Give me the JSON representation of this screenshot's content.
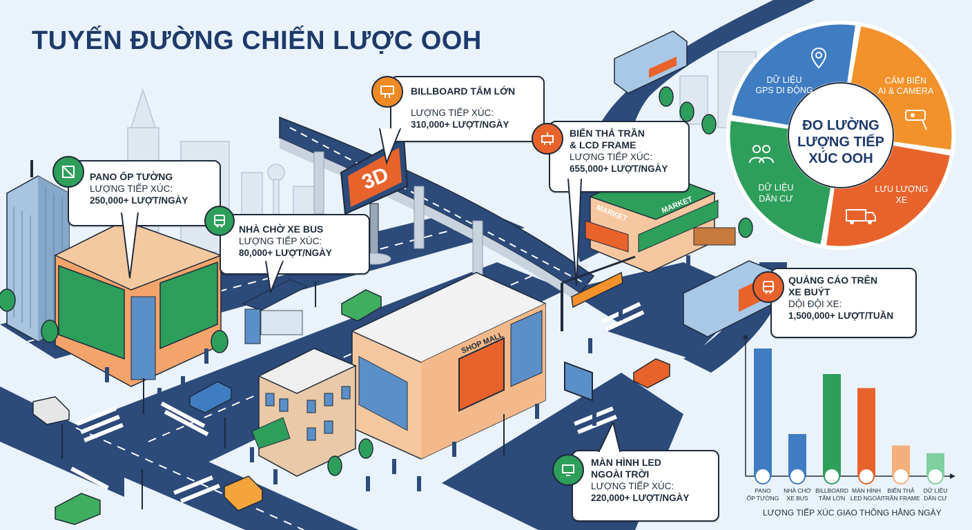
{
  "title": "TUYẾN ĐƯỜNG CHIẾN LƯỢC OOH",
  "callouts": {
    "billboard": {
      "title": "BILLBOARD TẤM LỚN",
      "label": "LƯỢNG TIẾP XÚC:",
      "value": "310,000+ LƯỢT/NGÀY",
      "color": "#f08a24"
    },
    "wall": {
      "title": "PANO ỐP TƯỜNG",
      "label": "LƯỢNG TIẾP XÚC:",
      "value": "250,000+ LƯỢT/NGÀY",
      "color": "#2e9e5b"
    },
    "busstop": {
      "title": "NHÀ CHỜ XE BUS",
      "label": "LƯỢNG TIẾP XÚC:",
      "value": "80,000+ LƯỢT/NGÀY",
      "color": "#2e9e5b"
    },
    "ceiling": {
      "title1": "BIỂN THẢ TRẦN",
      "title2": "& LCD FRAME",
      "label": "LƯỢNG TIẾP XÚC:",
      "value": "655,000+ LƯỢT/NGÀY",
      "color": "#e8632b"
    },
    "bus": {
      "title1": "QUẢNG CÁO TRÊN",
      "title2": "XE BUÝT",
      "label": "DỘI ĐỘI XE:",
      "value": "1,500,000+ LƯỢT/TUẦN",
      "color": "#e8632b"
    },
    "led": {
      "title1": "MÀN HÌNH LED",
      "title2": "NGOÀI TRỜI",
      "label": "LƯỢNG TIẾP XÚC:",
      "value": "220,000+ LƯỢT/NGÀY",
      "color": "#2e9e5b"
    }
  },
  "scene_labels": {
    "billboard_3d": "3D",
    "shop_mall": "SHOP MALL",
    "market1": "MARKET",
    "market2": "MARKET"
  },
  "wheel": {
    "center": [
      "ĐO LƯỜNG",
      "LƯỢNG TIẾP",
      "XÚC OOH"
    ],
    "segments": [
      {
        "lines": [
          "DỮ LIỆU",
          "GPS DI ĐỘNG"
        ],
        "color": "#3f7cc2",
        "icon": "location-pin-icon"
      },
      {
        "lines": [
          "CẢM BIẾN",
          "AI & CAMERA"
        ],
        "color": "#f3922a",
        "icon": "camera-icon"
      },
      {
        "lines": [
          "LƯU LƯỢNG",
          "XE"
        ],
        "color": "#e8632b",
        "icon": "truck-icon"
      },
      {
        "lines": [
          "DỮ LIỆU",
          "DÂN CƯ"
        ],
        "color": "#2e9e5b",
        "icon": "people-icon"
      }
    ]
  },
  "chart_caption": "LƯỢNG TIẾP XÚC GIAO THÔNG HẰNG NGÀY",
  "chart_data": {
    "type": "bar",
    "categories": [
      [
        "PANO",
        "ỐP TƯỜNG"
      ],
      [
        "NHÀ CHỜ",
        "XE BUS"
      ],
      [
        "BILLBOARD",
        "TẤM LỚN"
      ],
      [
        "MÀN HÌNH",
        "LED NGOÀI"
      ],
      [
        "BIỂN THẢ",
        "TRẦN FRAME"
      ],
      [
        "DỮ LIỆU",
        "DÂN CƯ"
      ]
    ],
    "values": [
      100,
      33,
      80,
      69,
      24,
      18
    ],
    "colors": [
      "#3f7cc2",
      "#3f7cc2",
      "#2e9e5b",
      "#e8632b",
      "#f3b07a",
      "#7fcf9f"
    ],
    "icons": [
      "wall-panel-icon",
      "bus-icon",
      "billboard-icon",
      "monitor-icon",
      "hanging-sign-icon",
      "people-icon"
    ],
    "xlabel": "LƯỢNG TIẾP XÚC GIAO THÔNG HẰNG NGÀY",
    "ylabel": ""
  }
}
